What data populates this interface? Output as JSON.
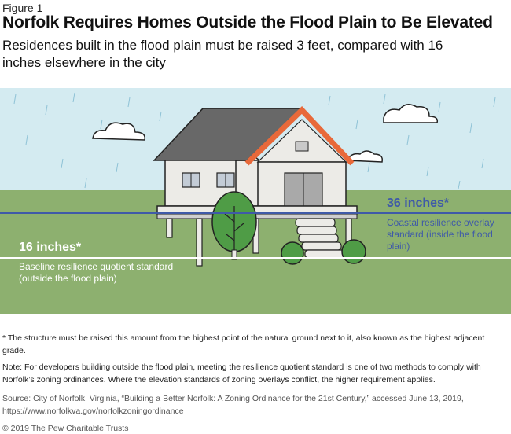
{
  "figure_label": "Figure 1",
  "title": "Norfolk Requires Homes Outside the Flood Plain to Be Elevated",
  "subtitle": "Residences built in the flood plain must be raised 3 feet, compared with 16 inches elsewhere in the city",
  "annotations": {
    "coastal": {
      "value": "36 inches*",
      "description": "Coastal resilience overlay standard (inside the flood plain)"
    },
    "baseline": {
      "value": "16 inches*",
      "description": "Baseline resilience quotient standard (outside the flood plain)"
    }
  },
  "footnotes": {
    "asterisk": "* The structure must be raised this amount from the highest point of the natural ground next to it, also known as the highest adjacent grade.",
    "note": "Note: For developers building outside the flood plain, meeting the resilience quotient standard is one of two methods to comply with Norfolk’s zoning ordinances. Where the elevation standards of zoning overlays conflict, the higher requirement applies.",
    "source": "Source: City of Norfolk, Virginia, “Building a Better Norfolk: A Zoning Ordinance for the 21st Century,” accessed June 13, 2019, https://www.norfolkva.gov/norfolkzoningordinance"
  },
  "copyright": "© 2019 The Pew Charitable Trusts",
  "colors": {
    "sky": "#d4ebf1",
    "ground": "#8db06f",
    "roof": "#686868",
    "roof_trim": "#e8693a",
    "walls": "#ecebe7",
    "tree": "#4f9c46",
    "coastal_line": "#3f5aa8",
    "baseline_line": "#ffffff"
  }
}
